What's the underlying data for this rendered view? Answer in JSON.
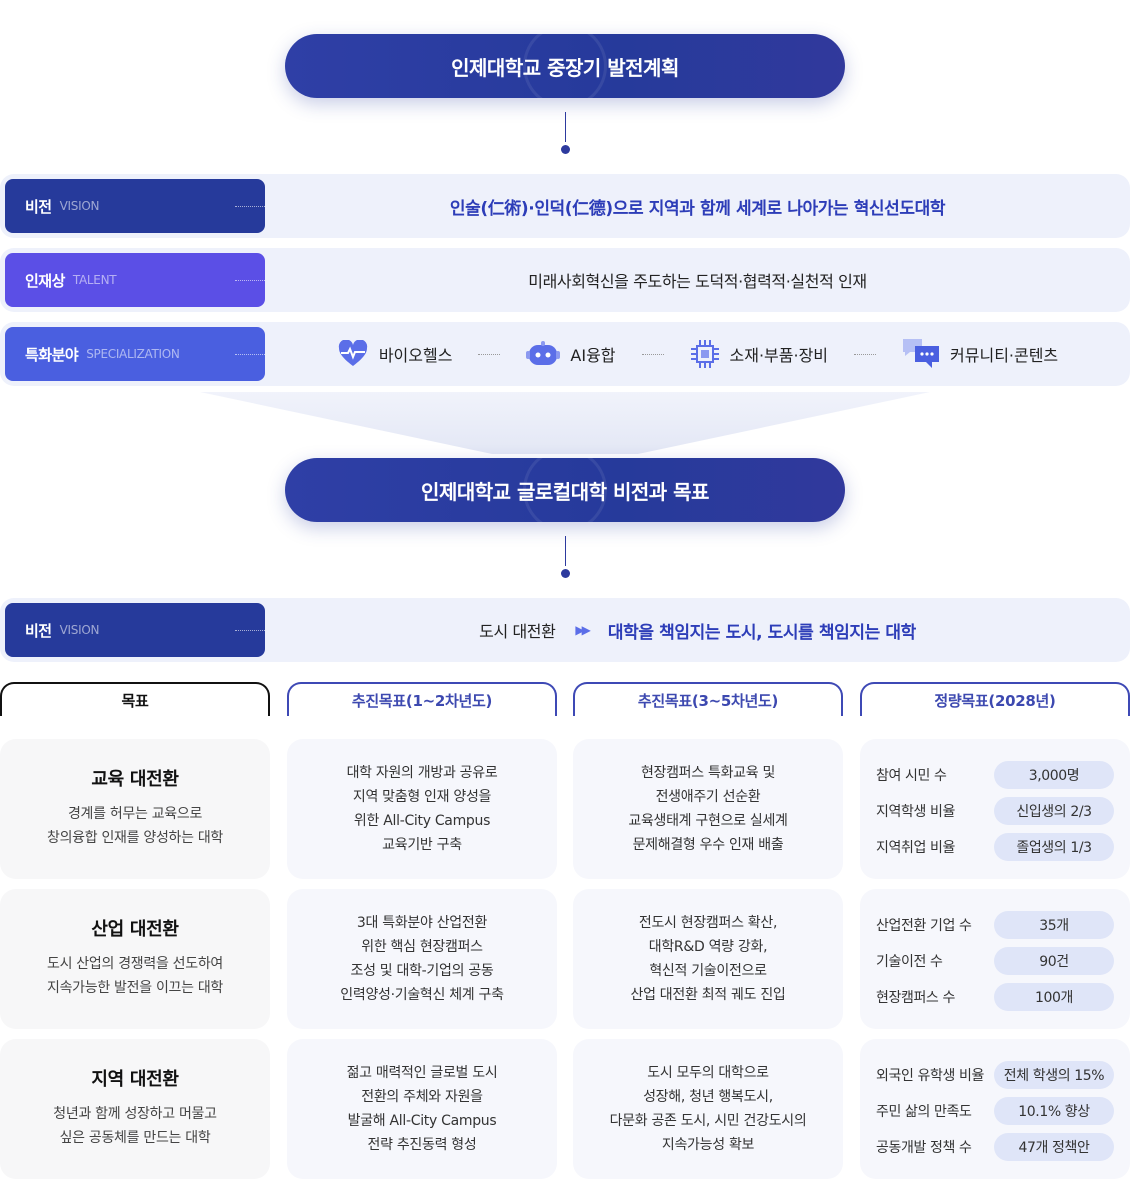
{
  "top_title": "인제대학교 중장기 발전계획",
  "plan": {
    "vision": {
      "kor": "비전",
      "eng": "VISION",
      "text": "인술(仁術)·인덕(仁德)으로 지역과 함께 세계로 나아가는 혁신선도대학"
    },
    "talent": {
      "kor": "인재상",
      "eng": "TALENT",
      "text": "미래사회혁신을 주도하는 도덕적·협력적·실천적 인재"
    },
    "specialization": {
      "kor": "특화분야",
      "eng": "SPECIALIZATION",
      "items": [
        {
          "label": "바이오헬스",
          "icon": "heart-pulse-icon"
        },
        {
          "label": "AI융합",
          "icon": "robot-icon"
        },
        {
          "label": "소재·부품·장비",
          "icon": "chip-icon"
        },
        {
          "label": "커뮤니티·콘텐츠",
          "icon": "chat-bubbles-icon"
        }
      ]
    }
  },
  "global_title": "인제대학교 글로컬대학 비전과 목표",
  "global_vision": {
    "kor": "비전",
    "eng": "VISION",
    "left": "도시 대전환",
    "right": "대학을 책임지는 도시, 도시를 책임지는 대학"
  },
  "headers": [
    "목표",
    "추진목표(1~2차년도)",
    "추진목표(3~5차년도)",
    "정량목표(2028년)"
  ],
  "rows": [
    {
      "goal_title": "교육 대전환",
      "goal_desc": [
        "경계를 허무는 교육으로",
        "창의융합 인재를 양성하는 대학"
      ],
      "short": [
        "대학 자원의 개방과 공유로",
        "지역 맞춤형 인재 양성을",
        "위한 All-City Campus",
        "교육기반 구축"
      ],
      "long": [
        "현장캠퍼스 특화교육 및",
        "전생애주기 선순환",
        "교육생태계 구현으로 실세계",
        "문제해결형 우수 인재 배출"
      ],
      "metrics": [
        {
          "label": "참여 시민 수",
          "value": "3,000명"
        },
        {
          "label": "지역학생 비율",
          "value": "신입생의 2/3"
        },
        {
          "label": "지역취업 비율",
          "value": "졸업생의 1/3"
        }
      ]
    },
    {
      "goal_title": "산업 대전환",
      "goal_desc": [
        "도시 산업의 경쟁력을 선도하여",
        "지속가능한 발전을 이끄는 대학"
      ],
      "short": [
        "3대 특화분야 산업전환",
        "위한 핵심 현장캠퍼스",
        "조성 및 대학-기업의 공동",
        "인력양성·기술혁신 체계 구축"
      ],
      "long": [
        "전도시 현장캠퍼스 확산,",
        "대학R&D 역량 강화,",
        "혁신적 기술이전으로",
        "산업 대전환 최적 궤도 진입"
      ],
      "metrics": [
        {
          "label": "산업전환 기업 수",
          "value": "35개"
        },
        {
          "label": "기술이전 수",
          "value": "90건"
        },
        {
          "label": "현장캠퍼스 수",
          "value": "100개"
        }
      ]
    },
    {
      "goal_title": "지역 대전환",
      "goal_desc": [
        "청년과 함께 성장하고 머물고",
        "싶은 공동체를 만드는 대학"
      ],
      "short": [
        "젊고 매력적인 글로벌 도시",
        "전환의 주체와 자원을",
        "발굴해 All-City Campus",
        "전략 추진동력 형성"
      ],
      "long": [
        "도시 모두의 대학으로",
        "성장해, 청년 행복도시,",
        "다문화 공존 도시, 시민 건강도시의",
        "지속가능성 확보"
      ],
      "metrics": [
        {
          "label": "외국인 유학생 비율",
          "value": "전체 학생의 15%"
        },
        {
          "label": "주민 삶의 만족도",
          "value": "10.1% 향상"
        },
        {
          "label": "공동개발 정책 수",
          "value": "47개 정책안"
        }
      ]
    }
  ],
  "colors": {
    "navy": "#263a9b",
    "violet": "#5b4fe6",
    "blue": "#4a5fe0",
    "accent_text": "#2d3db8"
  }
}
